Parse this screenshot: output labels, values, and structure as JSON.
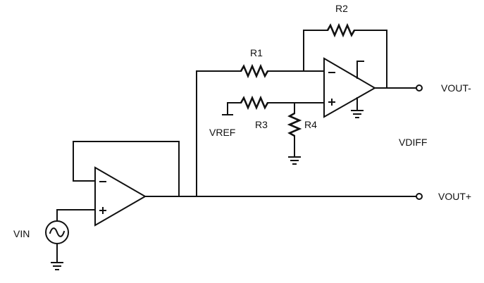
{
  "labels": {
    "r1": "R1",
    "r2": "R2",
    "r3": "R3",
    "r4": "R4",
    "vref": "VREF",
    "vdiff": "VDIFF",
    "vin": "VIN",
    "vout_minus": "VOUT-",
    "vout_plus": "VOUT+"
  }
}
